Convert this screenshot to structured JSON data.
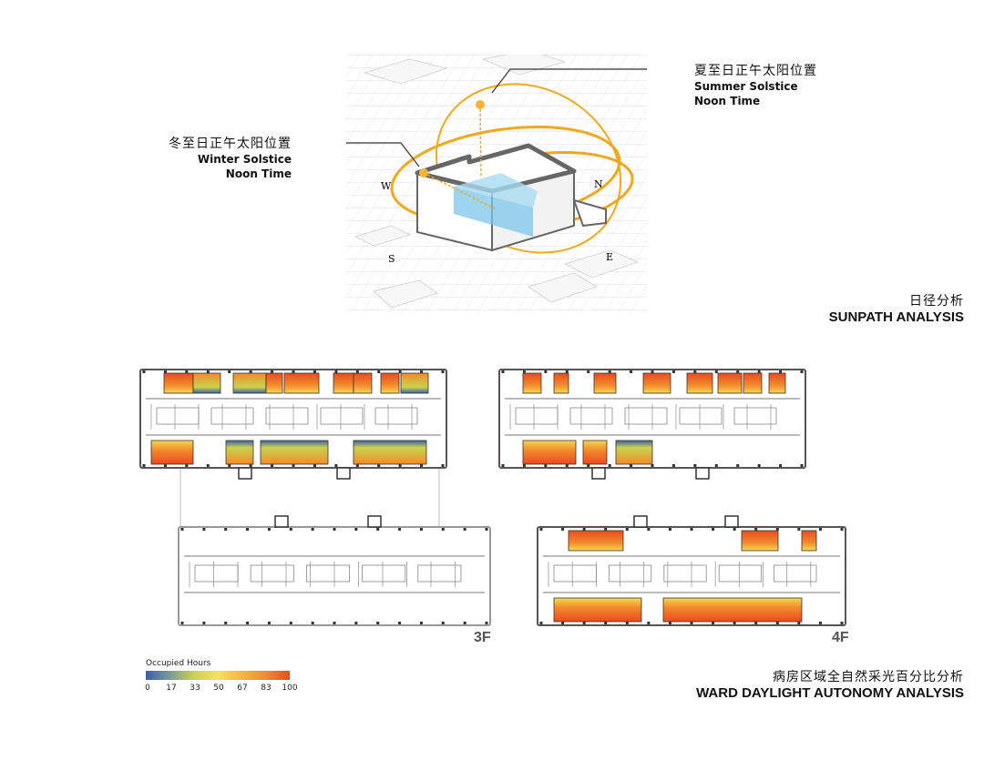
{
  "sunpath": {
    "summer": {
      "cn": "夏至日正午太阳位置",
      "en1": "Summer Solstice",
      "en2": "Noon Time"
    },
    "winter": {
      "cn": "冬至日正午太阳位置",
      "en1": "Winter Solstice",
      "en2": "Noon Time"
    },
    "compass": {
      "w": "W",
      "n": "N",
      "s": "S",
      "e": "E"
    },
    "title_cn": "日径分析",
    "title_en": "SUNPATH ANALYSIS"
  },
  "plans": {
    "floor3": "3F",
    "floor4": "4F"
  },
  "legend": {
    "title": "Occupied Hours",
    "ticks": [
      "0",
      "17",
      "33",
      "50",
      "67",
      "83",
      "100"
    ],
    "colors": [
      "#3f5fa6",
      "#7a9a9a",
      "#c9d24e",
      "#f6e25a",
      "#f8b73c",
      "#f28a2c",
      "#ea4b20"
    ]
  },
  "ward": {
    "title_cn": "病房区域全自然采光百分比分析",
    "title_en": "WARD DAYLIGHT AUTONOMY ANALYSIS"
  },
  "colors": {
    "orbit": "#f2a81d",
    "sun": "#f4b33a",
    "glass": "#7cc6ea",
    "building": "#666666"
  }
}
